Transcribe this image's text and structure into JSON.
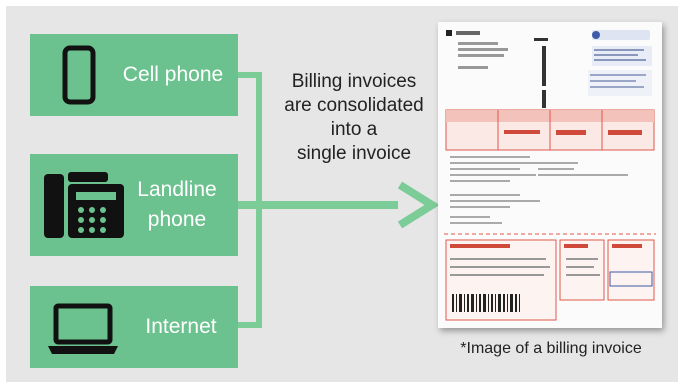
{
  "services": [
    {
      "label": "Cell phone",
      "icon": "smartphone-icon"
    },
    {
      "label_line1": "Landline",
      "label_line2": "phone",
      "icon": "desk-phone-icon"
    },
    {
      "label": "Internet",
      "icon": "laptop-icon"
    }
  ],
  "caption": {
    "line1": "Billing invoices",
    "line2": "are consolidated",
    "line3": "into a",
    "line4": "single invoice"
  },
  "note": "*Image of a billing invoice",
  "colors": {
    "service_box": "#6cc28f",
    "connector": "#7ccc98",
    "panel_bg": "#e6e6e6",
    "invoice_red": "#e0584a"
  }
}
